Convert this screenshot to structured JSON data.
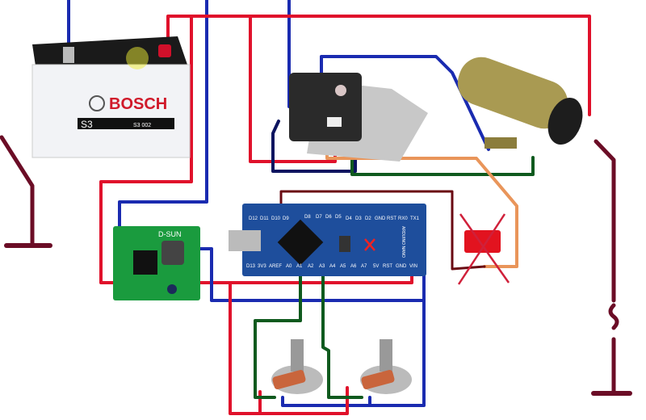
{
  "battery": {
    "brand": "BOSCH",
    "series": "S3",
    "model": "S3 002"
  },
  "buck_converter": {
    "label": "D-SUN"
  },
  "arduino": {
    "name": "ARDUINO NANO",
    "top_pins": [
      "D12",
      "D11",
      "D10",
      "D9",
      "D8",
      "D7",
      "D6",
      "D5",
      "D4",
      "D3",
      "D2",
      "GND",
      "RST",
      "RX0",
      "TX1"
    ],
    "bottom_pins": [
      "D13",
      "3V3",
      "AREF",
      "A0",
      "A1",
      "A2",
      "A3",
      "A4",
      "A5",
      "A6",
      "A7",
      "5V",
      "RST",
      "GND",
      "VIN"
    ]
  },
  "colors": {
    "positive": "#e0112b",
    "negative": "#1a2bb0",
    "signal": "#0f5a1e",
    "ground": "#6b0d26",
    "orange": "#e9955a"
  }
}
